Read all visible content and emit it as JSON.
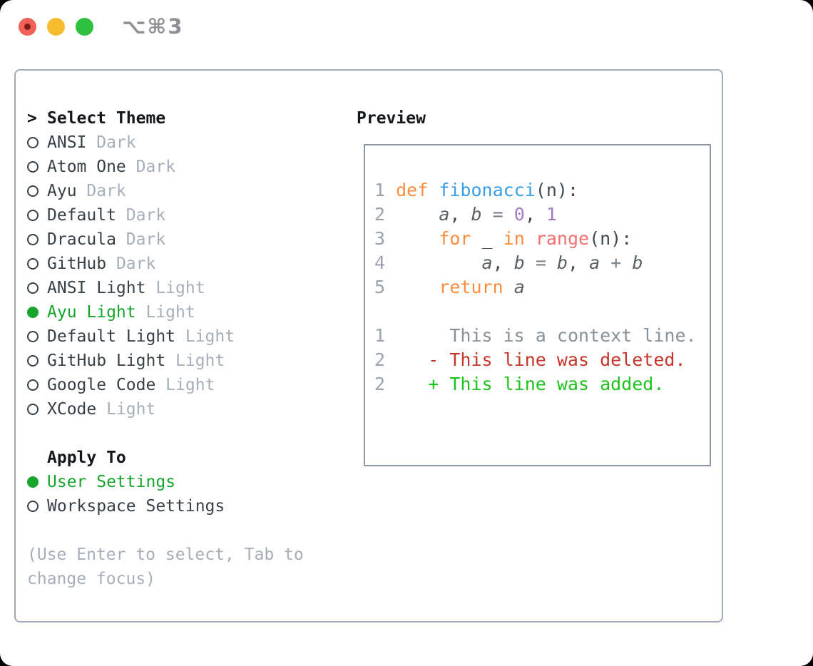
{
  "window": {
    "title": "⌥⌘3",
    "controls": [
      {
        "name": "close",
        "color": "#f2605a"
      },
      {
        "name": "minimize",
        "color": "#f7bd2f"
      },
      {
        "name": "maximize",
        "color": "#2ec13d"
      }
    ],
    "close_dot_color": "#7b1d14",
    "title_color": "#8e9094"
  },
  "theme_panel": {
    "heading": "Select Theme",
    "themes": [
      {
        "name": "ANSI",
        "variant": "Dark",
        "selected": false
      },
      {
        "name": "Atom One",
        "variant": "Dark",
        "selected": false
      },
      {
        "name": "Ayu",
        "variant": "Dark",
        "selected": false
      },
      {
        "name": "Default",
        "variant": "Dark",
        "selected": false
      },
      {
        "name": "Dracula",
        "variant": "Dark",
        "selected": false
      },
      {
        "name": "GitHub",
        "variant": "Dark",
        "selected": false
      },
      {
        "name": "ANSI Light",
        "variant": "Light",
        "selected": false
      },
      {
        "name": "Ayu Light",
        "variant": "Light",
        "selected": true
      },
      {
        "name": "Default Light",
        "variant": "Light",
        "selected": false
      },
      {
        "name": "GitHub Light",
        "variant": "Light",
        "selected": false
      },
      {
        "name": "Google Code",
        "variant": "Light",
        "selected": false
      },
      {
        "name": "XCode",
        "variant": "Light",
        "selected": false
      }
    ],
    "apply_heading": "Apply To",
    "apply_options": [
      {
        "label": "User Settings",
        "selected": true
      },
      {
        "label": "Workspace Settings",
        "selected": false
      }
    ],
    "hint_lines": [
      "(Use Enter to select, Tab to",
      "change focus)"
    ]
  },
  "preview": {
    "heading": "Preview",
    "lines": [
      [
        {
          "t": "1 ",
          "c": "gutter"
        },
        {
          "t": "def",
          "c": "keyword"
        },
        {
          "t": " ",
          "c": "plain"
        },
        {
          "t": "fibonacci",
          "c": "function"
        },
        {
          "t": "(n):",
          "c": "plain"
        }
      ],
      [
        {
          "t": "2 ",
          "c": "gutter"
        },
        {
          "t": "    ",
          "c": "plain"
        },
        {
          "t": "a",
          "c": "variable",
          "i": true
        },
        {
          "t": ", ",
          "c": "plain"
        },
        {
          "t": "b",
          "c": "variable",
          "i": true
        },
        {
          "t": " ",
          "c": "plain"
        },
        {
          "t": "=",
          "c": "operator"
        },
        {
          "t": " ",
          "c": "plain"
        },
        {
          "t": "0",
          "c": "number"
        },
        {
          "t": ", ",
          "c": "plain"
        },
        {
          "t": "1",
          "c": "number"
        }
      ],
      [
        {
          "t": "3 ",
          "c": "gutter"
        },
        {
          "t": "    ",
          "c": "plain"
        },
        {
          "t": "for",
          "c": "keyword"
        },
        {
          "t": " _ ",
          "c": "plain"
        },
        {
          "t": "in",
          "c": "keyword"
        },
        {
          "t": " ",
          "c": "plain"
        },
        {
          "t": "range",
          "c": "special"
        },
        {
          "t": "(n):",
          "c": "plain"
        }
      ],
      [
        {
          "t": "4 ",
          "c": "gutter"
        },
        {
          "t": "        ",
          "c": "plain"
        },
        {
          "t": "a",
          "c": "variable",
          "i": true
        },
        {
          "t": ", ",
          "c": "plain"
        },
        {
          "t": "b",
          "c": "variable",
          "i": true
        },
        {
          "t": " ",
          "c": "plain"
        },
        {
          "t": "=",
          "c": "operator"
        },
        {
          "t": " ",
          "c": "plain"
        },
        {
          "t": "b",
          "c": "variable",
          "i": true
        },
        {
          "t": ", ",
          "c": "plain"
        },
        {
          "t": "a",
          "c": "variable",
          "i": true
        },
        {
          "t": " ",
          "c": "plain"
        },
        {
          "t": "+",
          "c": "operator"
        },
        {
          "t": " ",
          "c": "plain"
        },
        {
          "t": "b",
          "c": "variable",
          "i": true
        }
      ],
      [
        {
          "t": "5 ",
          "c": "gutter"
        },
        {
          "t": "    ",
          "c": "plain"
        },
        {
          "t": "return",
          "c": "keyword"
        },
        {
          "t": " ",
          "c": "plain"
        },
        {
          "t": "a",
          "c": "variable",
          "i": true
        }
      ],
      [],
      [
        {
          "t": "1 ",
          "c": "gutter"
        },
        {
          "t": "     ",
          "c": "plain"
        },
        {
          "t": "This is a context line.",
          "c": "context"
        }
      ],
      [
        {
          "t": "2 ",
          "c": "gutter"
        },
        {
          "t": "   ",
          "c": "plain"
        },
        {
          "t": "- This line was deleted.",
          "c": "deleted"
        }
      ],
      [
        {
          "t": "2 ",
          "c": "gutter"
        },
        {
          "t": "   ",
          "c": "plain"
        },
        {
          "t": "+ This line was added.",
          "c": "added"
        }
      ]
    ]
  },
  "palette": {
    "gutter": "#9aa2ae",
    "plain": "#434a52",
    "keyword": "#fa8d3e",
    "function": "#399ee6",
    "number": "#a37acc",
    "special": "#f07171",
    "variable": "#5c6166",
    "operator": "#7a828c",
    "context": "#8a9199",
    "deleted": "#c7342a",
    "added": "#1dc31d",
    "selected_green": "#16a42c",
    "list_text": "#3a4048",
    "list_secondary": "#a6aebA",
    "heading_text": "#14171b",
    "hint_text": "#a6aeba",
    "panel_border": "#a4abb7",
    "preview_border": "#8e96a3"
  }
}
